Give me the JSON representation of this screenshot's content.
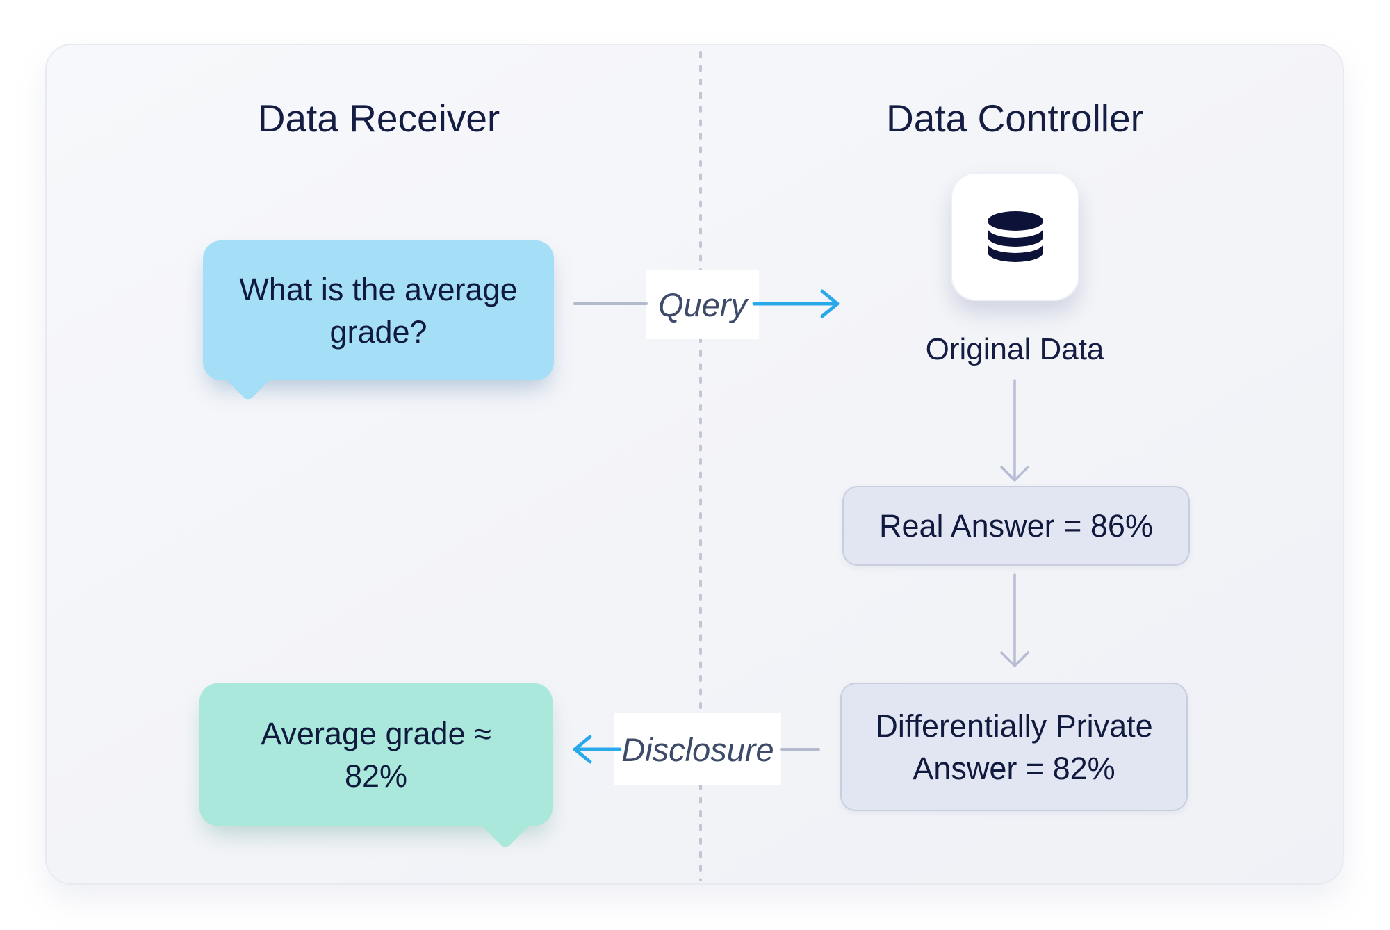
{
  "sections": {
    "receiver": {
      "title": "Data Receiver"
    },
    "controller": {
      "title": "Data Controller"
    }
  },
  "receiver": {
    "question": {
      "line1": "What is the average",
      "line2": "grade?"
    },
    "answer": {
      "line1": "Average grade ≈",
      "line2": "82%"
    }
  },
  "controller": {
    "datastore": {
      "icon": "database-icon",
      "label": "Original Data"
    },
    "real_answer": "Real Answer = 86%",
    "dp_answer": {
      "line1": "Differentially Private",
      "line2": "Answer = 82%"
    }
  },
  "flows": {
    "query_label": "Query",
    "disclosure_label": "Disclosure"
  },
  "colors": {
    "arrow_blue": "#2aa9ea",
    "bubble_blue": "#a5def7",
    "bubble_green": "#a9e8da",
    "answer_box_fill": "#e2e5f2",
    "answer_box_border": "#c8cede",
    "navy_text": "#101a3e",
    "italic_label_text": "#3d4a68",
    "divider_dash": "#c0c6d3",
    "connector_gray": "#b3bacd",
    "flow_arrow_gray": "#b6bdd4",
    "card_background": "#f3f4f8",
    "database_icon_fill": "#0d1338"
  }
}
